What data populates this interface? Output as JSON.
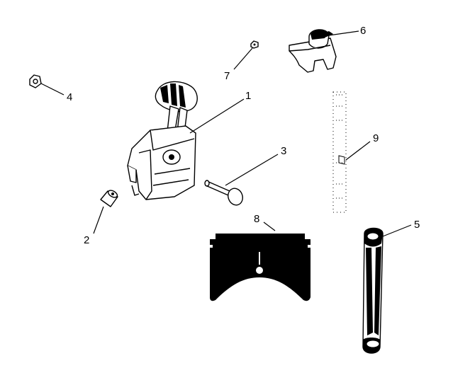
{
  "callouts": [
    {
      "id": "1",
      "label": "1",
      "part": "control-lever-housing"
    },
    {
      "id": "2",
      "label": "2",
      "part": "sleeve"
    },
    {
      "id": "3",
      "label": "3",
      "part": "pin"
    },
    {
      "id": "4",
      "label": "4",
      "part": "nut"
    },
    {
      "id": "5",
      "label": "5",
      "part": "handle-grip"
    },
    {
      "id": "6",
      "label": "6",
      "part": "cable-clamp"
    },
    {
      "id": "7",
      "label": "7",
      "part": "small-nut"
    },
    {
      "id": "8",
      "label": "8",
      "part": "mounting-plate"
    },
    {
      "id": "9",
      "label": "9",
      "part": "rod"
    }
  ]
}
